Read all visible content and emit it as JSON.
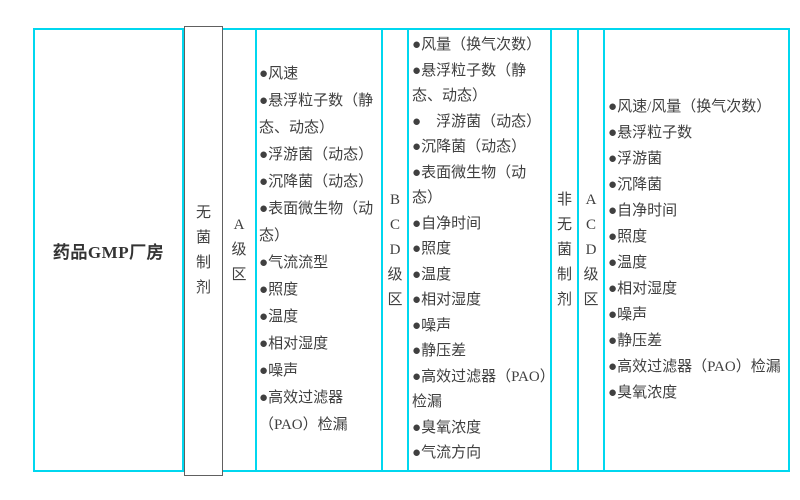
{
  "colors": {
    "table_border": "#00d7ef",
    "sterile_box_border": "#606060",
    "text": "#404040",
    "title_text": "#333333"
  },
  "bullet": "●",
  "table": {
    "row_title": "药品GMP厂房",
    "sterile_label": "无菌制剂",
    "nonsterile_label": "非无菌制剂",
    "zone_a_label": "A级区",
    "zone_bcd_label": "BCD级区",
    "zone_acd_label": "ACD级区",
    "zone_a_items": [
      "风速",
      "悬浮粒子数（静\n态、动态）",
      "浮游菌（动态）",
      "沉降菌（动态）",
      "表面微生物（动\n态）",
      "气流流型",
      "照度",
      "温度",
      "相对湿度",
      "噪声",
      "高效过滤器\n（PAO）检漏"
    ],
    "zone_bcd_items": [
      "风量（换气次数）",
      "悬浮粒子数（静\n态、动态）",
      "　浮游菌（动态）",
      "沉降菌（动态）",
      "表面微生物（动\n态）",
      "自净时间",
      "照度",
      "温度",
      "相对湿度",
      "噪声",
      "静压差",
      "高效过滤器（PAO）\n检漏",
      "臭氧浓度",
      "气流方向"
    ],
    "zone_acd_items": [
      "风速/风量（换气次数）",
      "悬浮粒子数",
      "浮游菌",
      "沉降菌",
      "自净时间",
      "照度",
      "温度",
      "相对湿度",
      "噪声",
      "静压差",
      "高效过滤器（PAO）检漏",
      "臭氧浓度"
    ]
  }
}
